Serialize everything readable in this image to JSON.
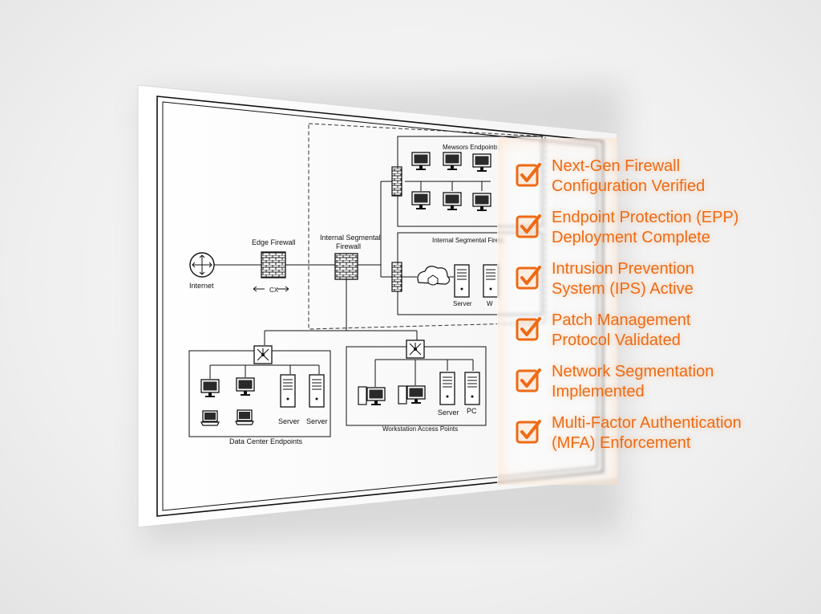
{
  "diagram": {
    "internet_label": "Internet",
    "edge_firewall_label": "Edge Firewall",
    "edge_link_label": "CX",
    "internal_firewall_label_1": "Internal Segmental",
    "internal_firewall_label_2": "Firewall",
    "top_group_label": "Mewsors Endpoints",
    "segment_group_label": "Internal Segmental Firew",
    "segment_server_label": "Server",
    "segment_partial_label": "W",
    "datacenter_label": "Data Center Endpoints",
    "datacenter_server_1": "Server",
    "datacenter_server_2": "Server",
    "workstation_label": "Workstation Access Points",
    "workstation_server_label": "Server",
    "workstation_pc_label": "PC"
  },
  "checklist": {
    "accent_color": "#ee6a15",
    "items": [
      {
        "line1": "Next-Gen Firewall",
        "line2": "Configuration Verified"
      },
      {
        "line1": "Endpoint Protection (EPP)",
        "line2": "Deployment Complete"
      },
      {
        "line1": "Intrusion Prevention",
        "line2": "System (IPS) Active"
      },
      {
        "line1": "Patch Management",
        "line2": "Protocol Validated"
      },
      {
        "line1": "Network Segmentation",
        "line2": "Implemented"
      },
      {
        "line1": "Multi-Factor Authentication",
        "line2": "(MFA) Enforcement"
      }
    ]
  }
}
